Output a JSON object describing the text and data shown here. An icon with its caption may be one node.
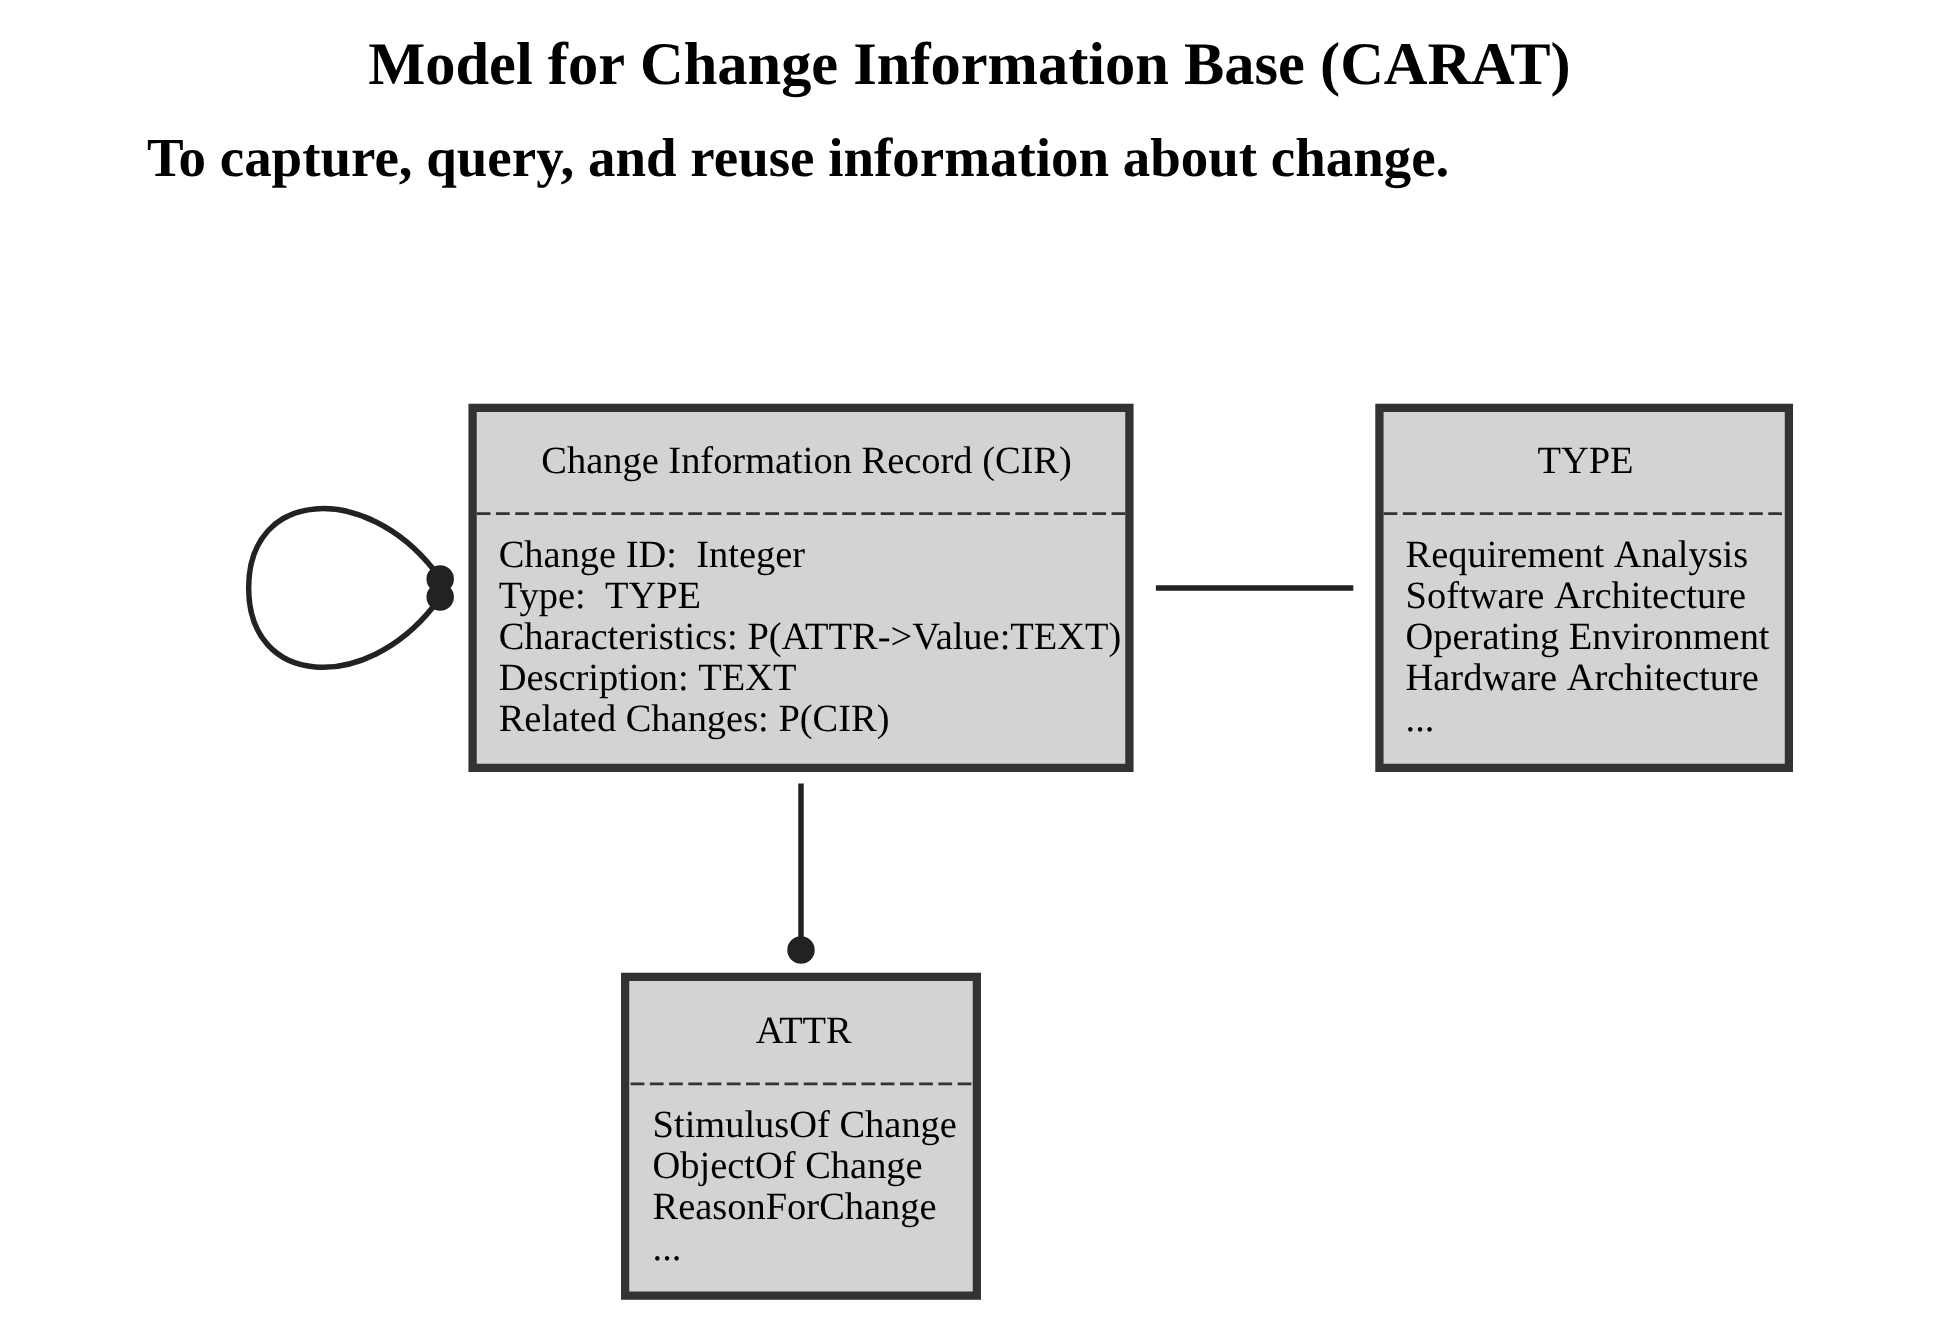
{
  "diagram": {
    "title": "Model for Change Information Base (CARAT)",
    "nodes": [
      {
        "text": [
          "Change Information Record (CIR)",
          "Change ID:  Integer",
          "Type:  TYPE",
          "Characteristics: P(ATTR->Value:TEXT)",
          "Description: TEXT",
          "Related Changes: P(CIR)"
        ]
      },
      {
        "text": [
          "TYPE",
          "Requirement Analysis",
          "Software Architecture",
          "Operating Environment",
          "Hardware Architecture",
          "..."
        ]
      },
      {
        "text": [
          "ATTR",
          "StimulusOf Change",
          "ObjectOf Change",
          "ReasonForChange",
          "..."
        ]
      }
    ],
    "edges": [
      {
        "from": 0,
        "to": 0,
        "arrow": "other"
      },
      {
        "from": 0,
        "to": 1,
        "arrow": "none"
      },
      {
        "from": 0,
        "to": 2,
        "arrow": "other"
      }
    ],
    "labels": [
      "To capture, query, and reuse information about change."
    ]
  }
}
